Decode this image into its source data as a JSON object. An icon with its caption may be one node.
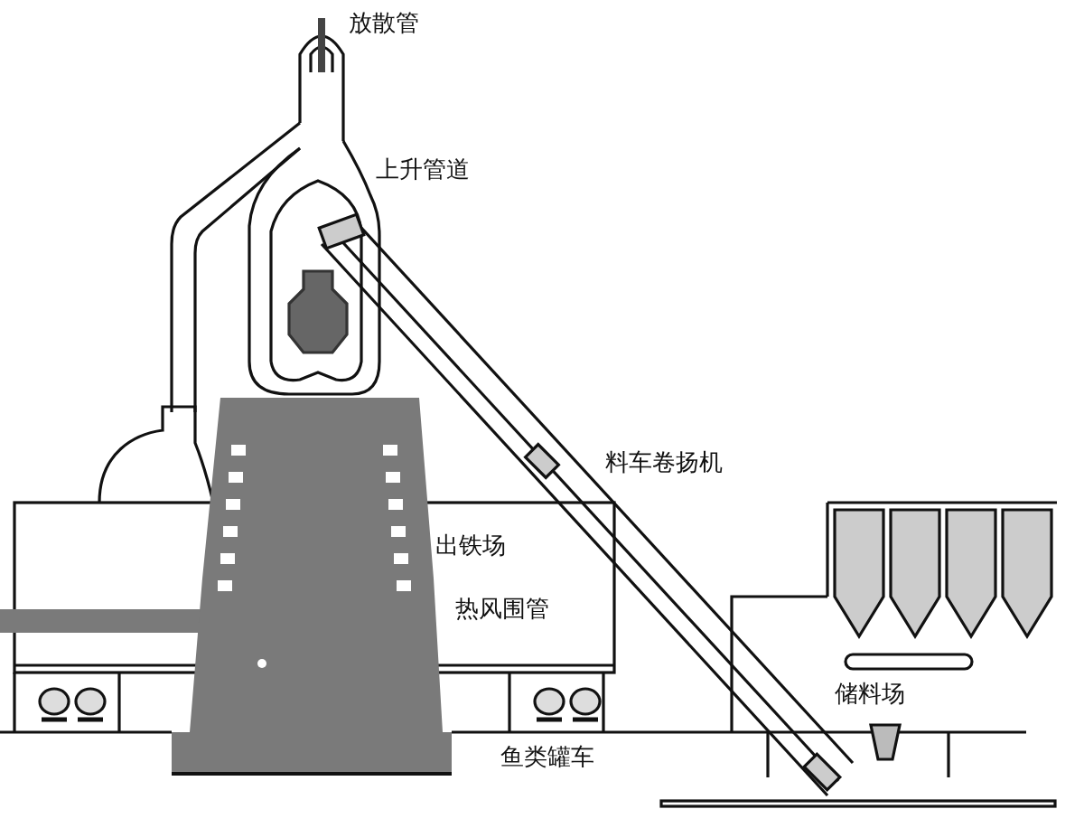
{
  "diagram": {
    "labels": [
      "放散管",
      "上升管道",
      "料车卷扬机",
      "出铁场",
      "热风围管",
      "储料场",
      "鱼类罐车"
    ]
  }
}
